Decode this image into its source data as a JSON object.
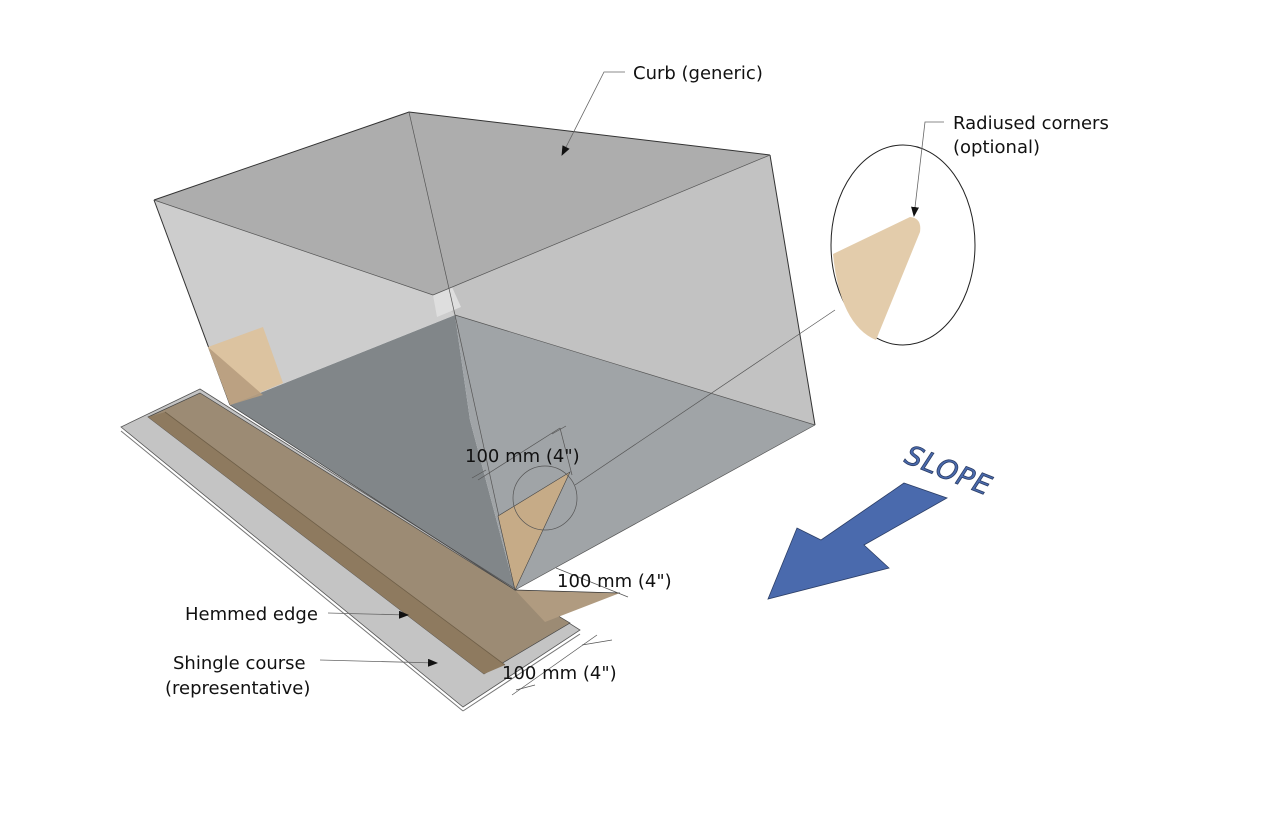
{
  "diagram": {
    "title": "Curb flashing with shingle course (isometric detail)",
    "colors": {
      "background": "#ffffff",
      "curb_top": "#adadad",
      "curb_left_face": "#cacaca",
      "curb_right_face": "#bdbdbd",
      "curb_inner_dark": "#818689",
      "curb_inner_light": "#a0a4a7",
      "flashing_tan_light": "#dcc3a0",
      "flashing_tan": "#b79d7e",
      "flashing_brown": "#9b8a72",
      "hem_brown": "#8e7a5f",
      "shingle_gray": "#c4c4c4",
      "slope_arrow": "#4a6aad",
      "slope_arrow_outline": "#2c3e66"
    },
    "labels": {
      "curb": "Curb (generic)",
      "radiused_corners_line1": "Radiused corners",
      "radiused_corners_line2": "(optional)",
      "hemmed_edge": "Hemmed edge",
      "shingle_course_line1": "Shingle course",
      "shingle_course_line2": "(representative)",
      "slope": "SLOPE"
    },
    "dimensions": {
      "corner_vertical": "100 mm (4\")",
      "corner_horizontal": "100 mm (4\")",
      "shingle_overhang": "100 mm (4\")"
    }
  }
}
